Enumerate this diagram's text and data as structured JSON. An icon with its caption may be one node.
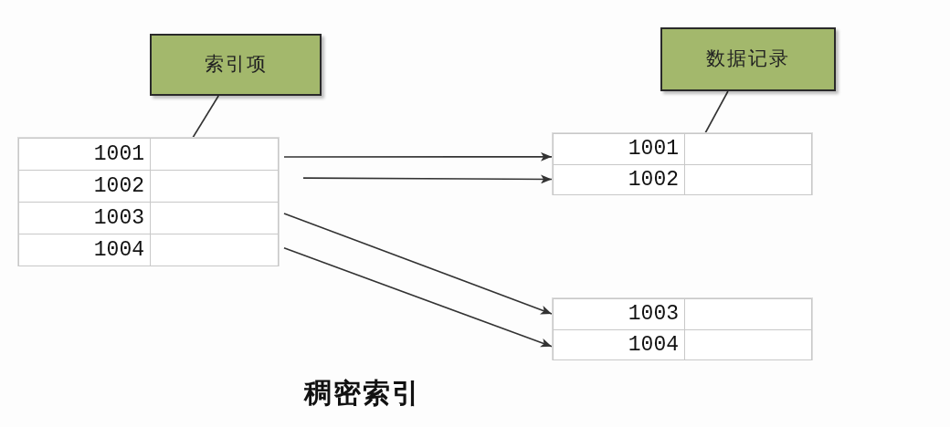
{
  "diagram": {
    "caption": "稠密索引",
    "nodes": [
      {
        "text": [
          "索引项"
        ]
      },
      {
        "text": [
          "数据记录"
        ]
      },
      {
        "text": [],
        "shape": "box"
      },
      {
        "text": [
          "1001"
        ],
        "in": 2
      },
      {
        "text": [
          "1002"
        ],
        "in": 2
      },
      {
        "text": [
          "1003"
        ],
        "in": 2
      },
      {
        "text": [
          "1004"
        ],
        "in": 2
      },
      {
        "text": [],
        "shape": "box"
      },
      {
        "text": [
          "1001"
        ],
        "in": 7
      },
      {
        "text": [
          "1002"
        ],
        "in": 7
      },
      {
        "text": [],
        "shape": "box"
      },
      {
        "text": [
          "1003"
        ],
        "in": 10
      },
      {
        "text": [
          "1004"
        ],
        "in": 10
      }
    ],
    "edges": [
      {
        "from": 0,
        "to": 2,
        "arrow": "none"
      },
      {
        "from": 1,
        "to": 7,
        "arrow": "none"
      },
      {
        "from": 3,
        "to": 8,
        "arrow": "to"
      },
      {
        "from": 4,
        "to": 9,
        "arrow": "to"
      },
      {
        "from": 5,
        "to": 11,
        "arrow": "to"
      },
      {
        "from": 6,
        "to": 12,
        "arrow": "to"
      }
    ]
  }
}
